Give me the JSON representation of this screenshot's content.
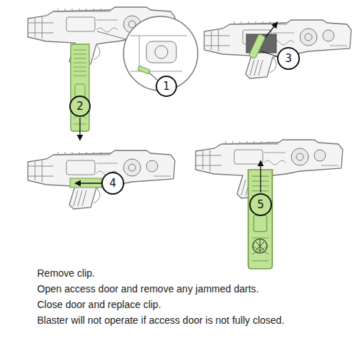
{
  "diagram": {
    "nodes": [
      {
        "text": [
          "1"
        ]
      },
      {
        "text": [
          "2"
        ]
      },
      {
        "text": [
          "3"
        ]
      },
      {
        "text": [
          "4"
        ]
      },
      {
        "text": [
          "5"
        ]
      }
    ],
    "labels": [
      "Remove clip.",
      "Open access door and remove any jammed darts.",
      "Close door and replace clip.",
      "Blaster will not operate if access door is not fully closed."
    ]
  }
}
